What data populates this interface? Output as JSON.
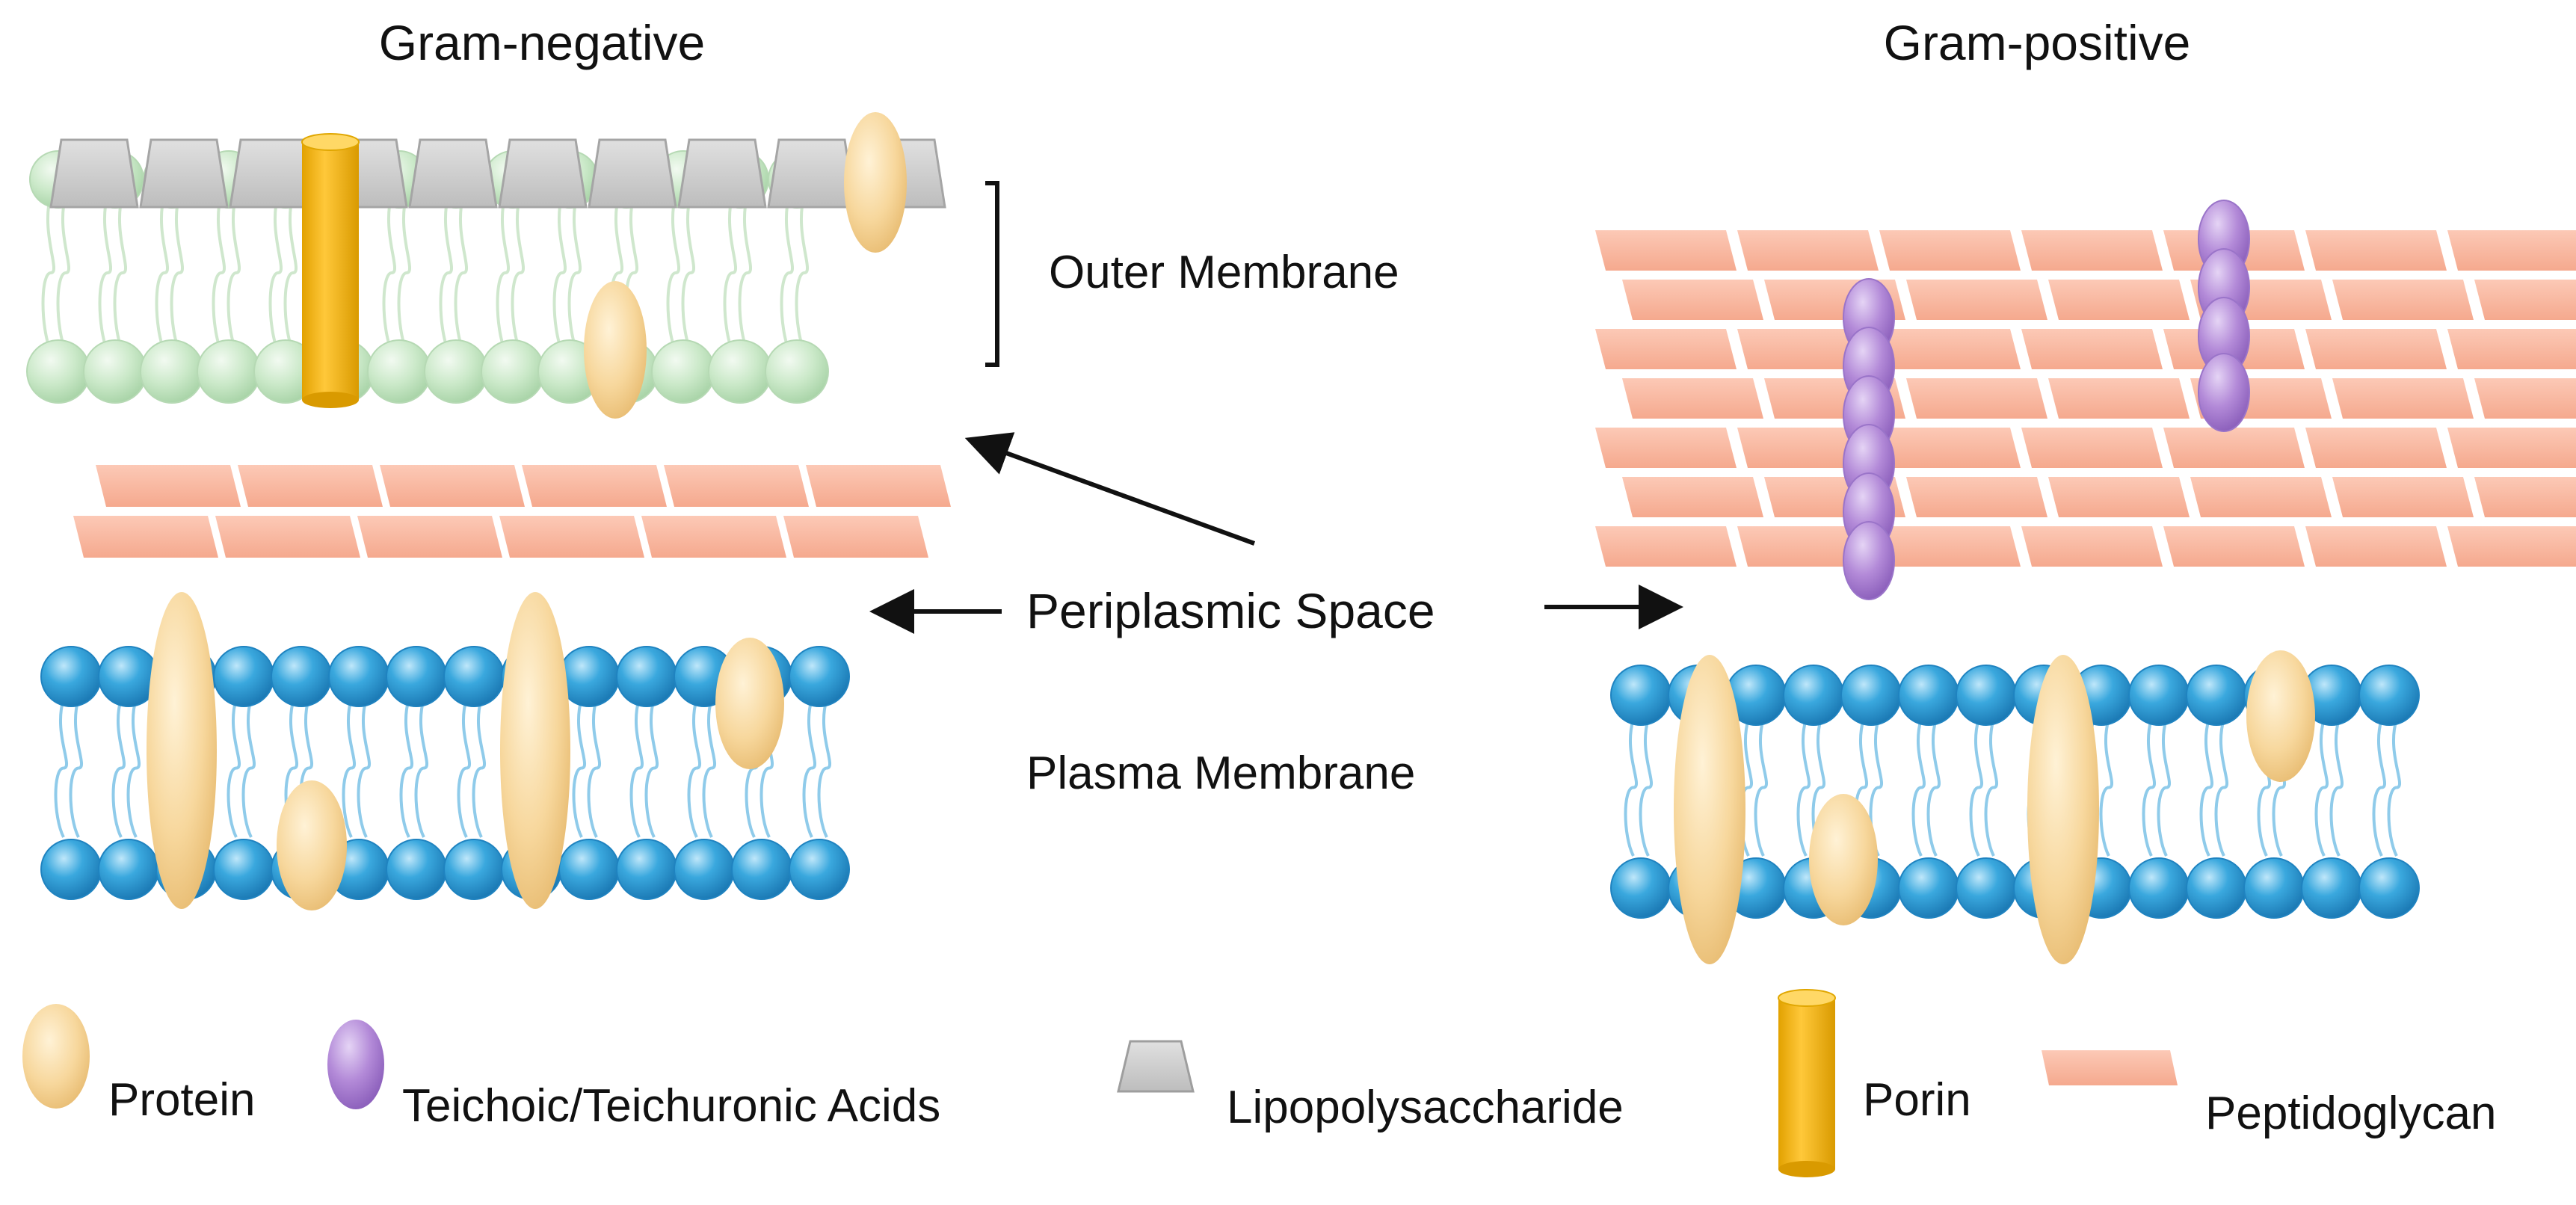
{
  "titles": {
    "gram_negative": "Gram-negative",
    "gram_positive": "Gram-positive"
  },
  "labels": {
    "outer_membrane": "Outer Membrane",
    "periplasmic_space": "Periplasmic Space",
    "plasma_membrane": "Plasma Membrane"
  },
  "legend": {
    "protein": "Protein",
    "teichoic": "Teichoic/Teichuronic Acids",
    "lps": "Lipopolysaccharide",
    "porin": "Porin",
    "peptidoglycan": "Peptidoglycan"
  },
  "colors": {
    "protein": "#F7D79C",
    "teichoic": "#B38AD8",
    "lps": "#CFCFCF",
    "porin": "#F2B20A",
    "peptidoglycan": "#F9B9A3",
    "plasma_head": "#38A6DC",
    "outer_head": "#C9E8C7"
  }
}
